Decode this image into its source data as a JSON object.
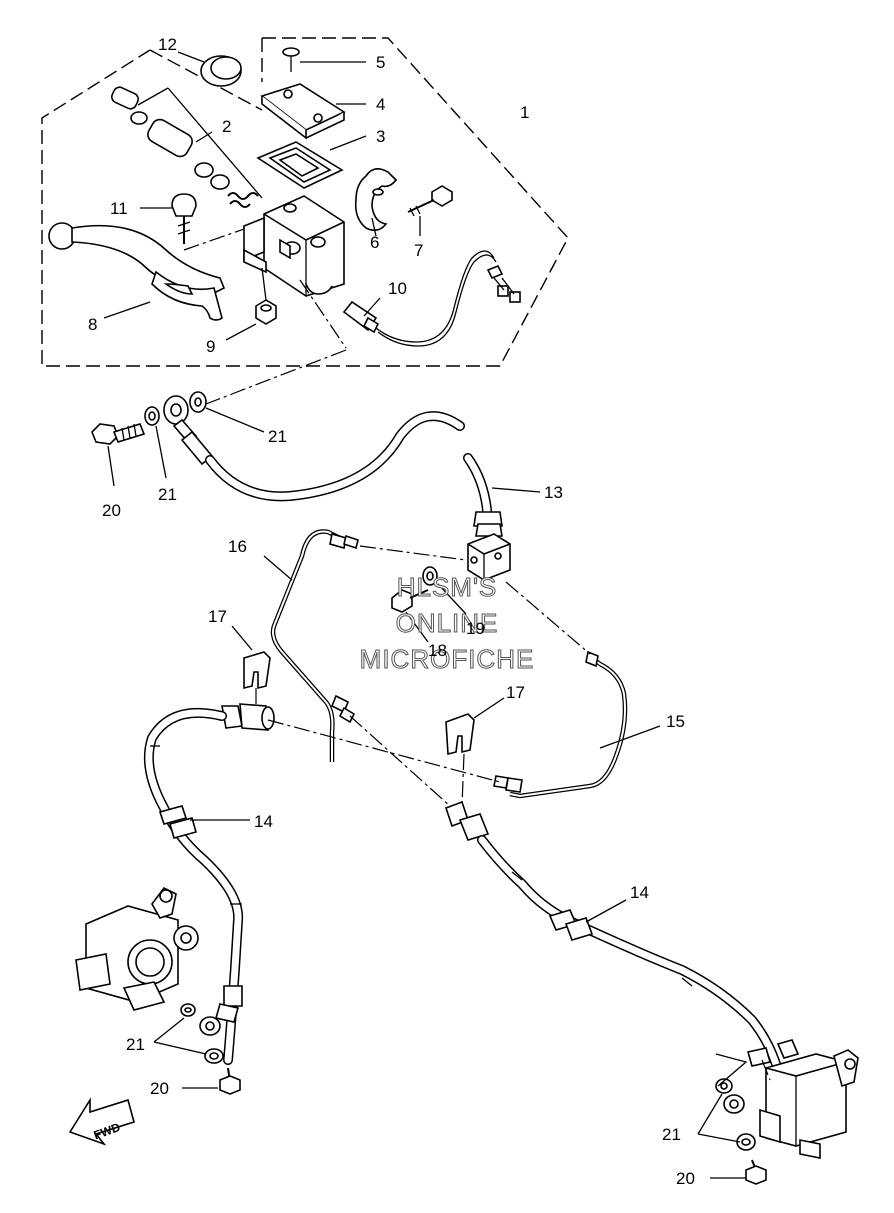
{
  "watermark": [
    "HLSM'S",
    "ONLINE",
    "MICROFICHE"
  ],
  "fwd_label": "FWD",
  "callouts": {
    "c1": "1",
    "c2": "2",
    "c3": "3",
    "c4": "4",
    "c5": "5",
    "c6": "6",
    "c7": "7",
    "c8": "8",
    "c9": "9",
    "c10": "10",
    "c11": "11",
    "c12": "12",
    "c13": "13",
    "c14a": "14",
    "c14b": "14",
    "c15": "15",
    "c16": "16",
    "c17a": "17",
    "c17b": "17",
    "c18": "18",
    "c19": "19",
    "c20a": "20",
    "c20b": "20",
    "c20c": "20",
    "c21a": "21",
    "c21b": "21",
    "c21c": "21",
    "c21d": "21"
  }
}
